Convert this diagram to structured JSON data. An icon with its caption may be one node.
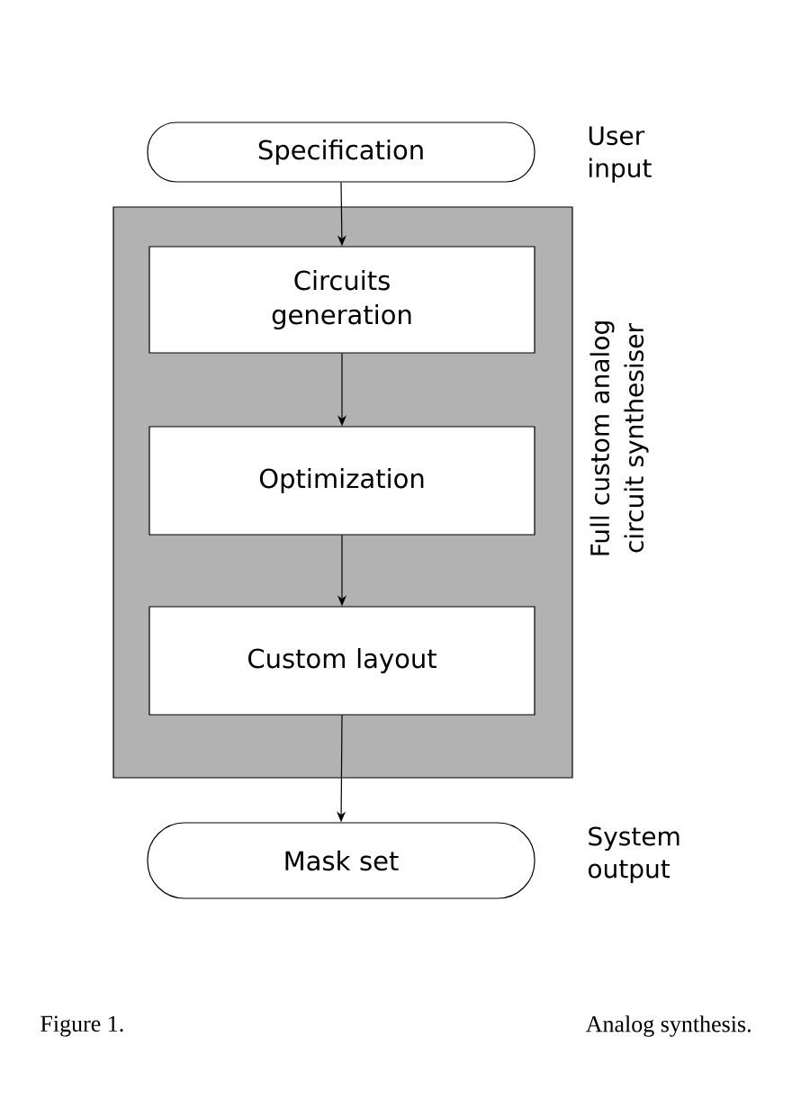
{
  "diagram": {
    "nodes": [
      {
        "text": [
          "Specification"
        ],
        "beside": [
          "User input"
        ]
      },
      {
        "text": [
          "Full custom analog circuit synthesiser"
        ]
      },
      {
        "text": [
          "Circuits generation"
        ],
        "in": 1
      },
      {
        "text": [
          "Optimization"
        ],
        "in": 1
      },
      {
        "text": [
          "Custom layout"
        ],
        "in": 1
      },
      {
        "text": [
          "Mask set"
        ],
        "beside": [
          "System output"
        ]
      }
    ],
    "edges": [
      {
        "from": 0,
        "to": 2,
        "arrow": "to"
      },
      {
        "from": 2,
        "to": 3,
        "arrow": "to"
      },
      {
        "from": 3,
        "to": 4,
        "arrow": "to"
      },
      {
        "from": 4,
        "to": 5,
        "arrow": "to"
      }
    ],
    "labels": [
      "Figure 1.",
      "Analog synthesis."
    ]
  }
}
